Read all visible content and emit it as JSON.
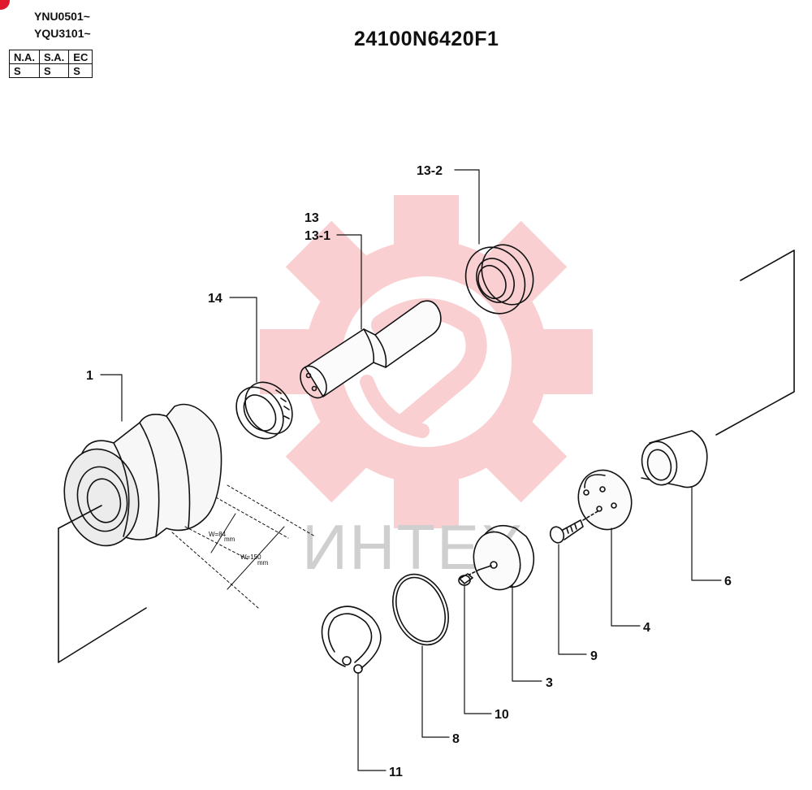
{
  "header": {
    "serial_ranges": [
      "YNU0501~",
      "YQU3101~"
    ],
    "part_number": "24100N6420F1"
  },
  "region_table": {
    "headers": [
      "N.A.",
      "S.A.",
      "EC"
    ],
    "values": [
      "S",
      "S",
      "S"
    ]
  },
  "watermark": {
    "text": "ИНТЕХ",
    "color": "#e8262e"
  },
  "callouts": {
    "c1": "1",
    "c3": "3",
    "c4": "4",
    "c6": "6",
    "c8": "8",
    "c9": "9",
    "c10": "10",
    "c11": "11",
    "c13": "13",
    "c13_1": "13-1",
    "c13_2": "13-2",
    "c14": "14"
  },
  "dimensions": {
    "w84": "W=84",
    "w150": "W=150",
    "unit": "mm"
  }
}
